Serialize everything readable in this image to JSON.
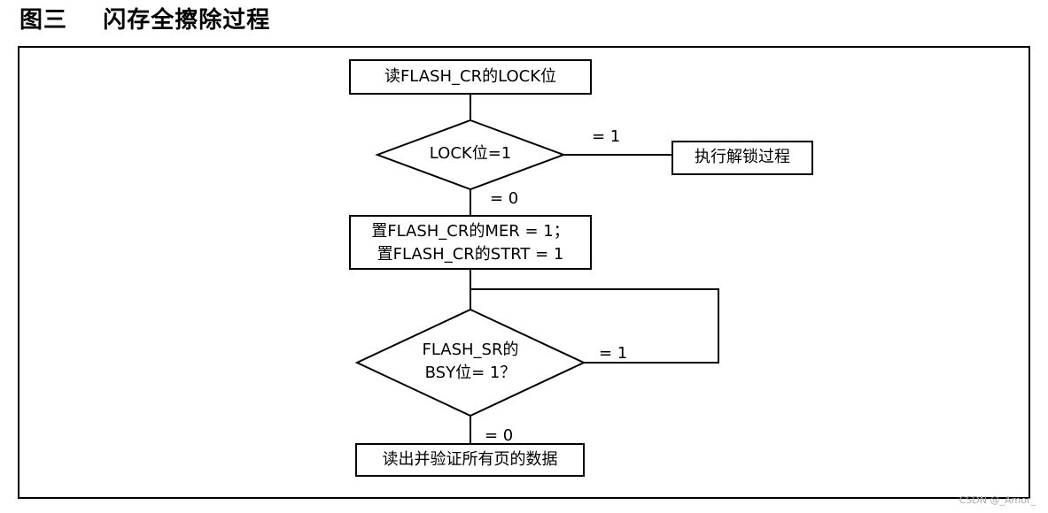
{
  "title": "图三    闪存全擦除过程",
  "nodes": {
    "read_lock": "读FLASH_CR的LOCK位",
    "lock_check": "LOCK位=1",
    "unlock": "执行解锁过程",
    "set_mer_line1": "置FLASH_CR的MER = 1；",
    "set_mer_line2": "置FLASH_CR的STRT = 1",
    "bsy_check_line1": "FLASH_SR的",
    "bsy_check_line2": "BSY位= 1？",
    "verify": "读出并验证所有页的数据"
  },
  "edges": {
    "lock_yes": "= 1",
    "lock_no": "= 0",
    "bsy_yes": "= 1",
    "bsy_no": "= 0"
  },
  "watermark": "CSDN @_Amor_"
}
